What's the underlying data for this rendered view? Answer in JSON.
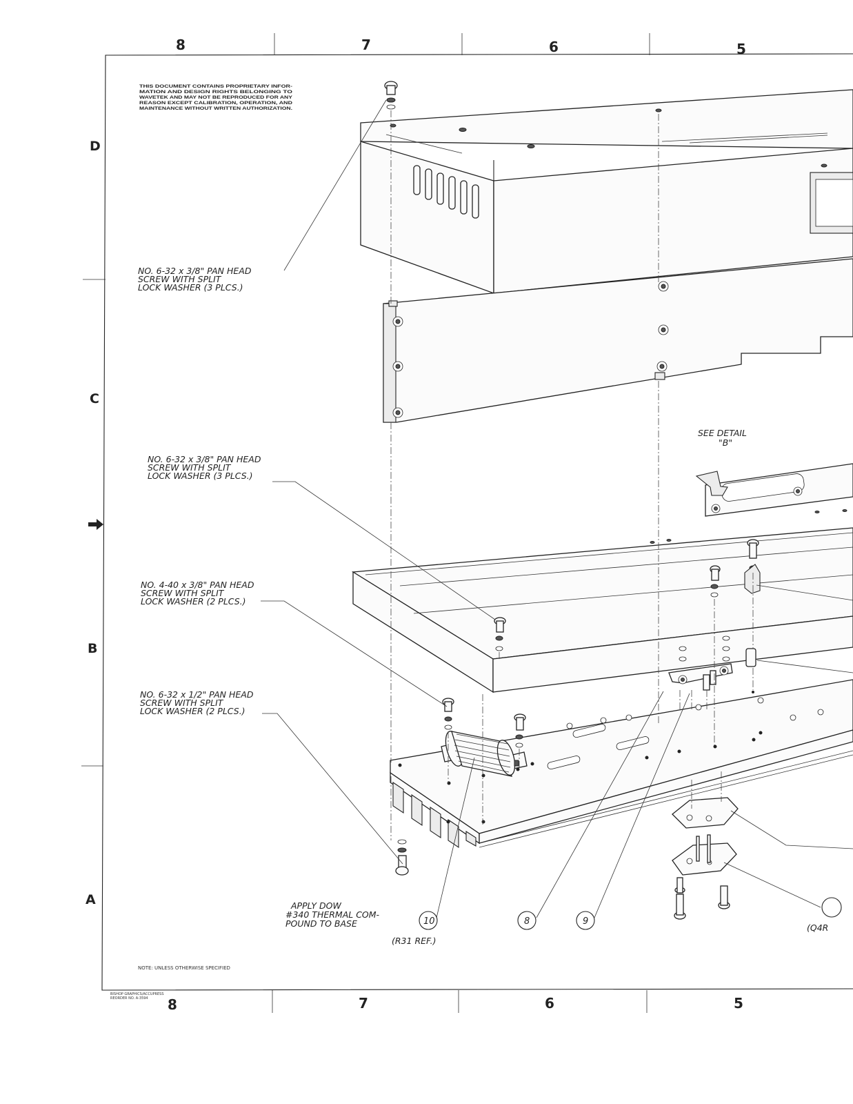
{
  "drawing": {
    "zones_top": [
      "8",
      "7",
      "6",
      "5"
    ],
    "zones_bottom": [
      "8",
      "7",
      "6",
      "5"
    ],
    "rows": [
      "D",
      "C",
      "B",
      "A"
    ],
    "proprietary_notice": [
      "THIS DOCUMENT CONTAINS PROPRIETARY INFOR-",
      "MATION AND DESIGN RIGHTS BELONGING TO",
      "WAVETEK AND MAY NOT BE REPRODUCED FOR ANY",
      "REASON EXCEPT CALIBRATION, OPERATION, AND",
      "MAINTENANCE WITHOUT WRITTEN AUTHORIZATION."
    ],
    "callouts": {
      "top_screw": [
        "NO. 6-32 x 3/8\" PAN HEAD",
        "SCREW WITH SPLIT",
        "LOCK WASHER (3 PLCS.)"
      ],
      "mid_screw": [
        "NO. 6-32 x 3/8\" PAN HEAD",
        "SCREW WITH SPLIT",
        "LOCK WASHER (3 PLCS.)"
      ],
      "small_screw": [
        "NO. 4-40 x 3/8\" PAN HEAD",
        "SCREW WITH SPLIT",
        "LOCK WASHER (2 PLCS.)"
      ],
      "half_screw": [
        "NO. 6-32 x 1/2\" PAN HEAD",
        "SCREW WITH SPLIT",
        "LOCK WASHER (2 PLCS.)"
      ],
      "see_detail": [
        "SEE DETAIL",
        "\"B\""
      ],
      "thermal": [
        "APPLY DOW",
        "#340 THERMAL COM-",
        "POUND TO BASE"
      ]
    },
    "balloons": {
      "b10": "10",
      "b10_ref": "(R31 REF.)",
      "b8": "8",
      "b9": "9",
      "q4_ref": "(Q4R"
    },
    "note": "NOTE: UNLESS OTHERWISE SPECIFIED",
    "printer": [
      "BISHOP GRAPHICS/ACCUPRESS",
      "REORDER NO. A-3594"
    ]
  }
}
